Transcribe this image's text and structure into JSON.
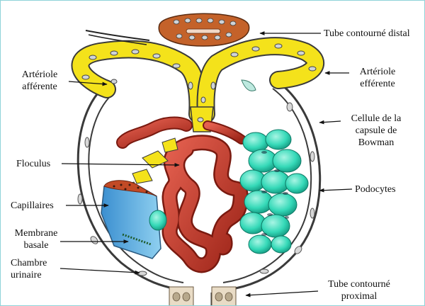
{
  "labels": {
    "tube_distal": "Tube contourné distal",
    "arteriole_afferente": "Artériole\nafférente",
    "arteriole_efferente": "Artériole\nefférente",
    "cellule_capsule": "Cellule de la\ncapsule de\nBowman",
    "floculus": "Floculus",
    "capillaires": "Capillaires",
    "podocytes": "Podocytes",
    "membrane_basale": "Membrane\nbasale",
    "chambre_urinaire": "Chambre\nurinaire",
    "tube_proximal": "Tube contourné\nproximal"
  },
  "colors": {
    "capsule_outline": "#3a3a3a",
    "tubule_yellow": "#f4e21b",
    "distal_orange": "#c4622a",
    "capillary_red": "#c4342a",
    "podocyte_teal": "#35d9b8",
    "membrane_blue": "#5fb6e6",
    "background": "#ffffff"
  }
}
